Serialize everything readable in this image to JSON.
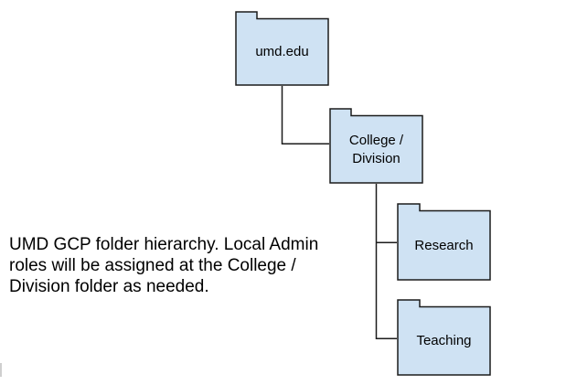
{
  "colors": {
    "canvas_bg": "#ffffff",
    "folder_fill": "#cfe2f3",
    "folder_border": "#1c1c1c",
    "connector": "#1c1c1c",
    "text": "#000000"
  },
  "caption": {
    "text": "UMD GCP folder hierarchy. Local Admin roles will be assigned at the College / Division folder as needed."
  },
  "folders": [
    {
      "id": "umd-edu",
      "label": "umd.edu"
    },
    {
      "id": "college-division",
      "label": "College / Division"
    },
    {
      "id": "research",
      "label": "Research"
    },
    {
      "id": "teaching",
      "label": "Teaching"
    }
  ],
  "hierarchy": {
    "root": "umd.edu",
    "children": {
      "umd.edu": [
        "College / Division"
      ],
      "College / Division": [
        "Research",
        "Teaching"
      ]
    }
  }
}
